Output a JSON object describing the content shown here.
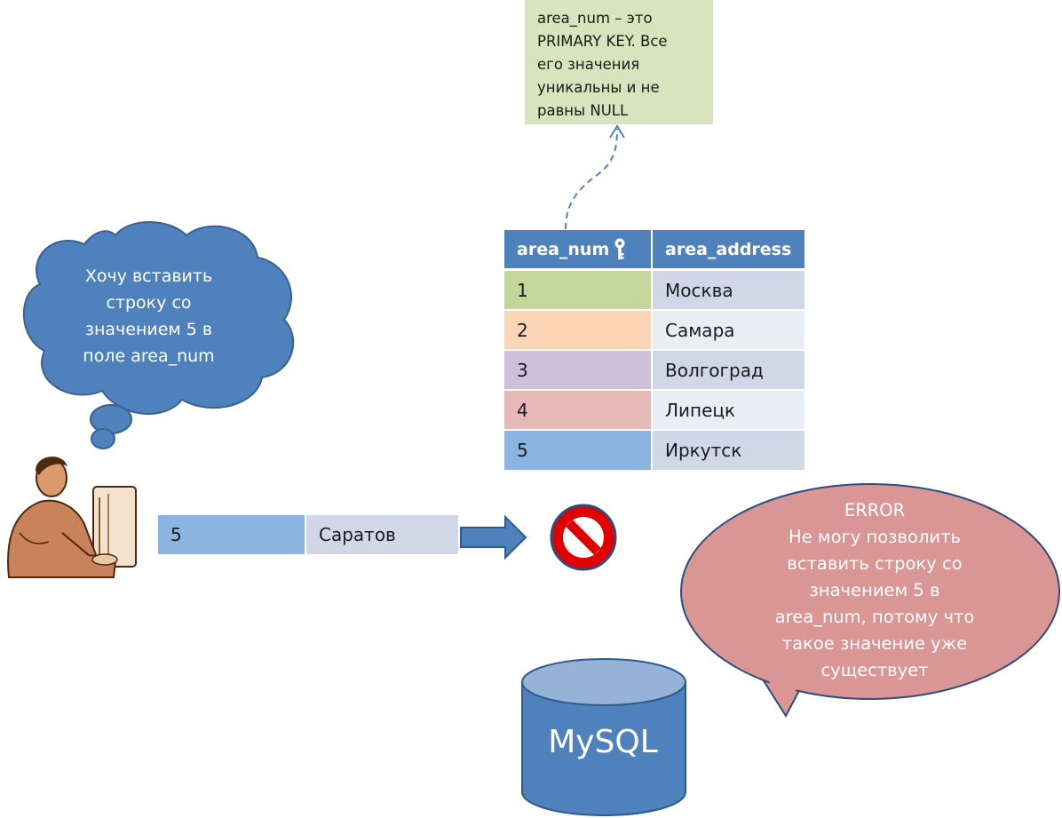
{
  "note": {
    "lines": [
      "area_num – это",
      "PRIMARY KEY. Все",
      "его значения",
      "уникальны и не",
      "равны NULL"
    ]
  },
  "table": {
    "headers": [
      "area_num",
      "area_address"
    ],
    "rows": [
      {
        "num": "1",
        "address": "Москва",
        "num_color": "#c4d79b",
        "addr_color": "#d0d8e8"
      },
      {
        "num": "2",
        "address": "Самара",
        "num_color": "#fbd5b5",
        "addr_color": "#e9edf4"
      },
      {
        "num": "3",
        "address": "Волгоград",
        "num_color": "#ccc0da",
        "addr_color": "#d0d8e8"
      },
      {
        "num": "4",
        "address": "Липецк",
        "num_color": "#e6b9b8",
        "addr_color": "#e9edf4"
      },
      {
        "num": "5",
        "address": "Иркутск",
        "num_color": "#8db3e2",
        "addr_color": "#d0d8e8"
      }
    ]
  },
  "thought": {
    "lines": [
      "Хочу вставить",
      "строку со",
      "значением 5 в",
      "поле area_num"
    ]
  },
  "input_row": {
    "num": "5",
    "address": "Саратов"
  },
  "error": {
    "lines": [
      "ERROR",
      "Не могу позволить",
      "вставить строку со",
      "значением 5 в",
      "area_num, потому что",
      "такое значение уже",
      "существует"
    ]
  },
  "db": {
    "label": "MySQL"
  },
  "colors": {
    "header_blue": "#4f81bd",
    "note_green": "#d7e4bd",
    "error_pink": "#d99694",
    "thought_blue": "#4f81bd",
    "input_num": "#8db3e2",
    "input_addr": "#d0d8e8"
  }
}
